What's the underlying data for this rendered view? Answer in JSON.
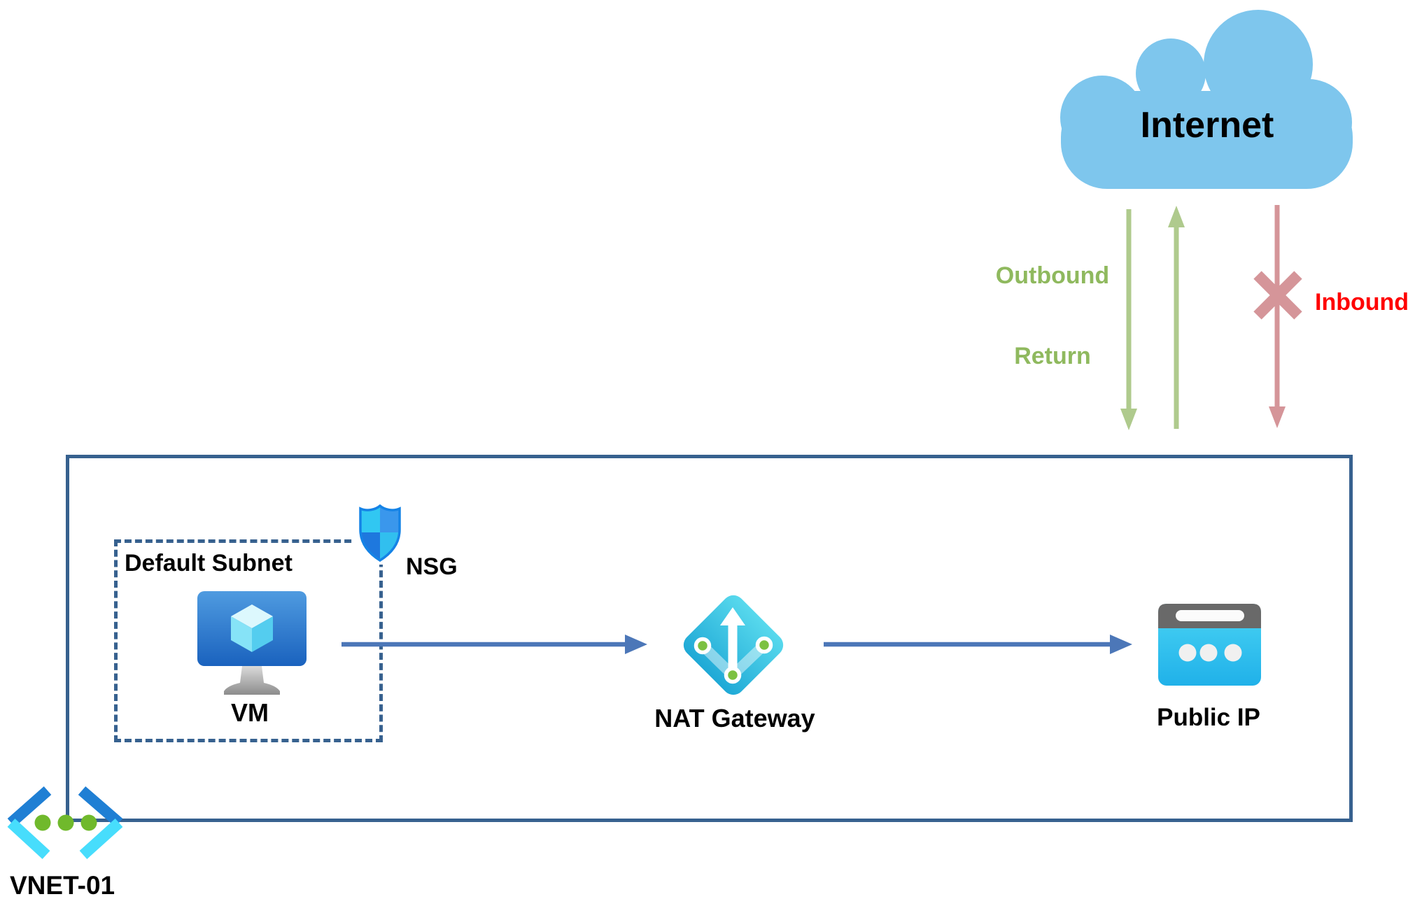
{
  "labels": {
    "internet": "Internet",
    "outbound": "Outbound",
    "return_flow": "Return",
    "inbound": "Inbound",
    "default_subnet": "Default Subnet",
    "nsg": "NSG",
    "vm": "VM",
    "nat_gateway": "NAT Gateway",
    "public_ip": "Public IP",
    "vnet": "VNET-01"
  },
  "icons": {
    "cloud": "internet-cloud-icon",
    "shield": "nsg-shield-icon",
    "vm": "virtual-machine-icon",
    "nat": "nat-gateway-icon",
    "public_ip": "public-ip-icon",
    "vnet": "virtual-network-icon",
    "blocked": "x-mark-icon"
  },
  "colors": {
    "cloud_fill": "#7EC6ED",
    "boundary_stroke": "#37618F",
    "flow_arrow": "#4C77B8",
    "allow_arrow": "#AFCA8D",
    "allow_text": "#8FB95E",
    "deny_arrow": "#D59599",
    "deny_text": "#FF0000",
    "label_text": "#000000"
  }
}
